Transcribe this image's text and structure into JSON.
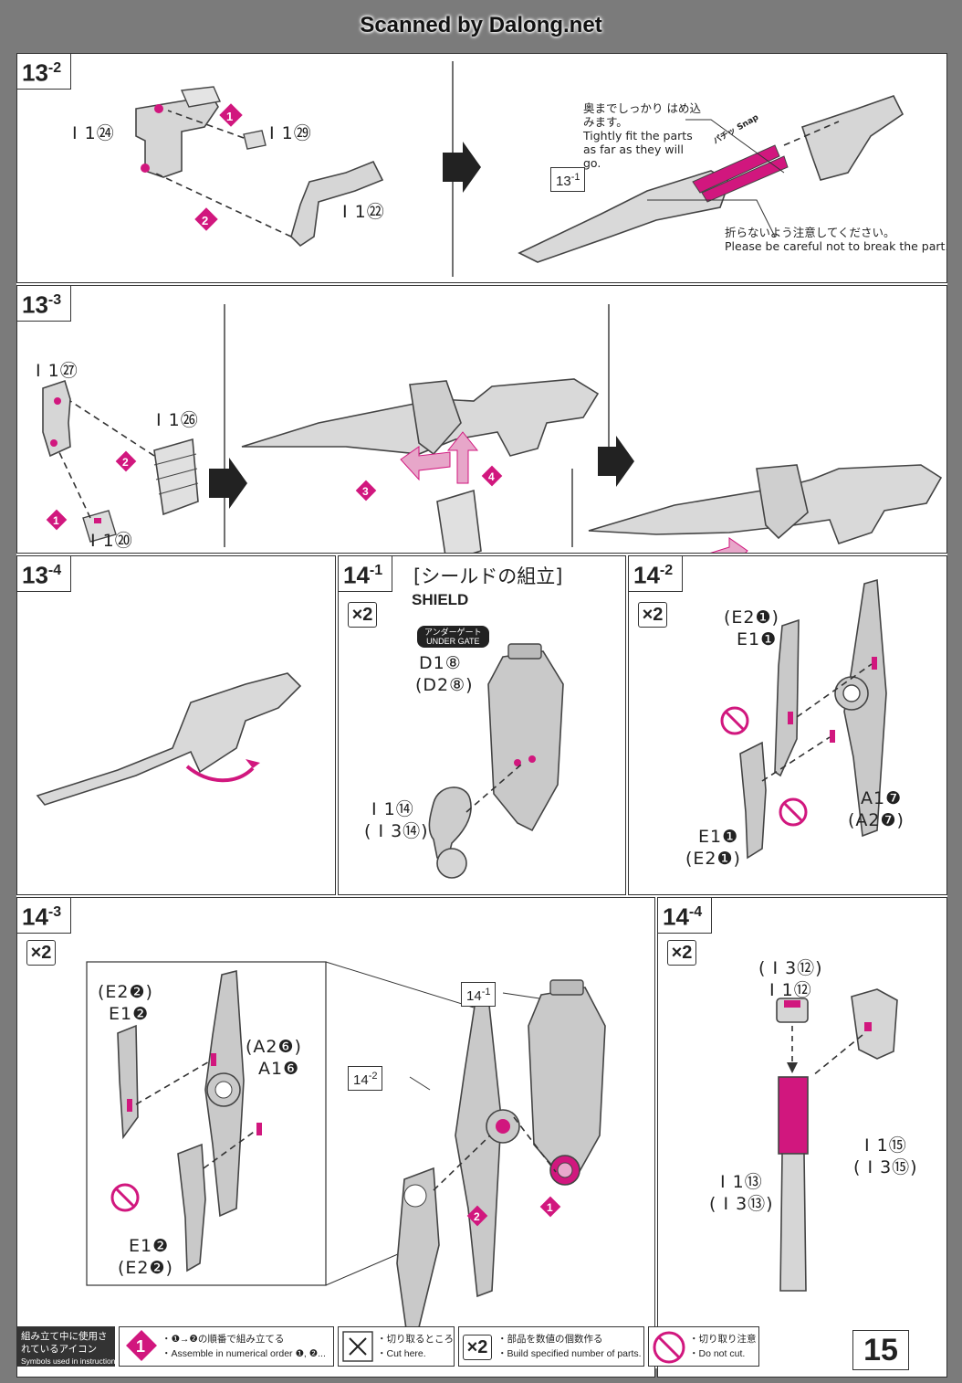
{
  "watermark": "Scanned by Dalong.net",
  "page_number": "15",
  "accent_color": "#d1177e",
  "steps": {
    "s13_2": {
      "num": "13",
      "sub": "-2",
      "parts": {
        "p24": "I 1㉔",
        "p29": "I 1㉙",
        "p22": "I 1㉒"
      },
      "ref": "13-1",
      "ref_sub": "-1",
      "ref_num": "13",
      "snap": "パチッ Snap",
      "note_fit_jp": "奥までしっかり はめ込みます。",
      "note_fit_en": "Tightly fit the parts as far as they will go.",
      "note_break_jp": "折らないよう注意してください。",
      "note_break_en": "Please be careful not to break the part."
    },
    "s13_3": {
      "num": "13",
      "sub": "-3",
      "parts": {
        "p27": "I 1㉗",
        "p26": "I 1㉖",
        "p20": "I 1⑳"
      }
    },
    "s13_4": {
      "num": "13",
      "sub": "-4"
    },
    "s14_1": {
      "num": "14",
      "sub": "-1",
      "title_jp": "[シールドの組立]",
      "title_en": "SHIELD",
      "gate_jp": "アンダーゲート",
      "gate_en": "UNDER GATE",
      "x2": "×2",
      "parts": {
        "d18": "D1⑧",
        "d28": "(D2⑧)",
        "i114": "I 1⑭",
        "i314": "( I 3⑭)"
      }
    },
    "s14_2": {
      "num": "14",
      "sub": "-2",
      "x2": "×2",
      "parts": {
        "e21": "(E2❶)",
        "e11": "E1❶",
        "a17": "A1❼",
        "a27": "(A2❼)",
        "e11b": "E1❶",
        "e21b": "(E2❶)"
      }
    },
    "s14_3": {
      "num": "14",
      "sub": "-3",
      "x2": "×2",
      "ref1": "14",
      "ref1_sub": "-1",
      "ref2": "14",
      "ref2_sub": "-2",
      "parts": {
        "e22": "(E2❷)",
        "e12": "E1❷",
        "a26": "(A2❻)",
        "a16": "A1❻",
        "e12b": "E1❷",
        "e22b": "(E2❷)"
      }
    },
    "s14_4": {
      "num": "14",
      "sub": "-4",
      "x2": "×2",
      "parts": {
        "i312": "( I 3⑫)",
        "i112": "I 1⑫",
        "i115": "I 1⑮",
        "i315": "( I 3⑮)",
        "i113": "I 1⑬",
        "i313": "( I 3⑬)"
      }
    }
  },
  "legend": {
    "head_jp": "組み立て中に使用されているアイコン",
    "head_en": "Symbols used in instructions",
    "order_jp": "・❶→❷の順番で組み立てる",
    "order_en": "・Assemble in numerical order ❶, ❷...",
    "cut_jp": "・切り取るところ",
    "cut_en": "・Cut here.",
    "build_jp": "・部品を数値の個数作る",
    "build_en": "・Build specified number of parts.",
    "x2": "×2",
    "nocut_jp": "・切り取り注意",
    "nocut_en": "・Do not cut."
  }
}
